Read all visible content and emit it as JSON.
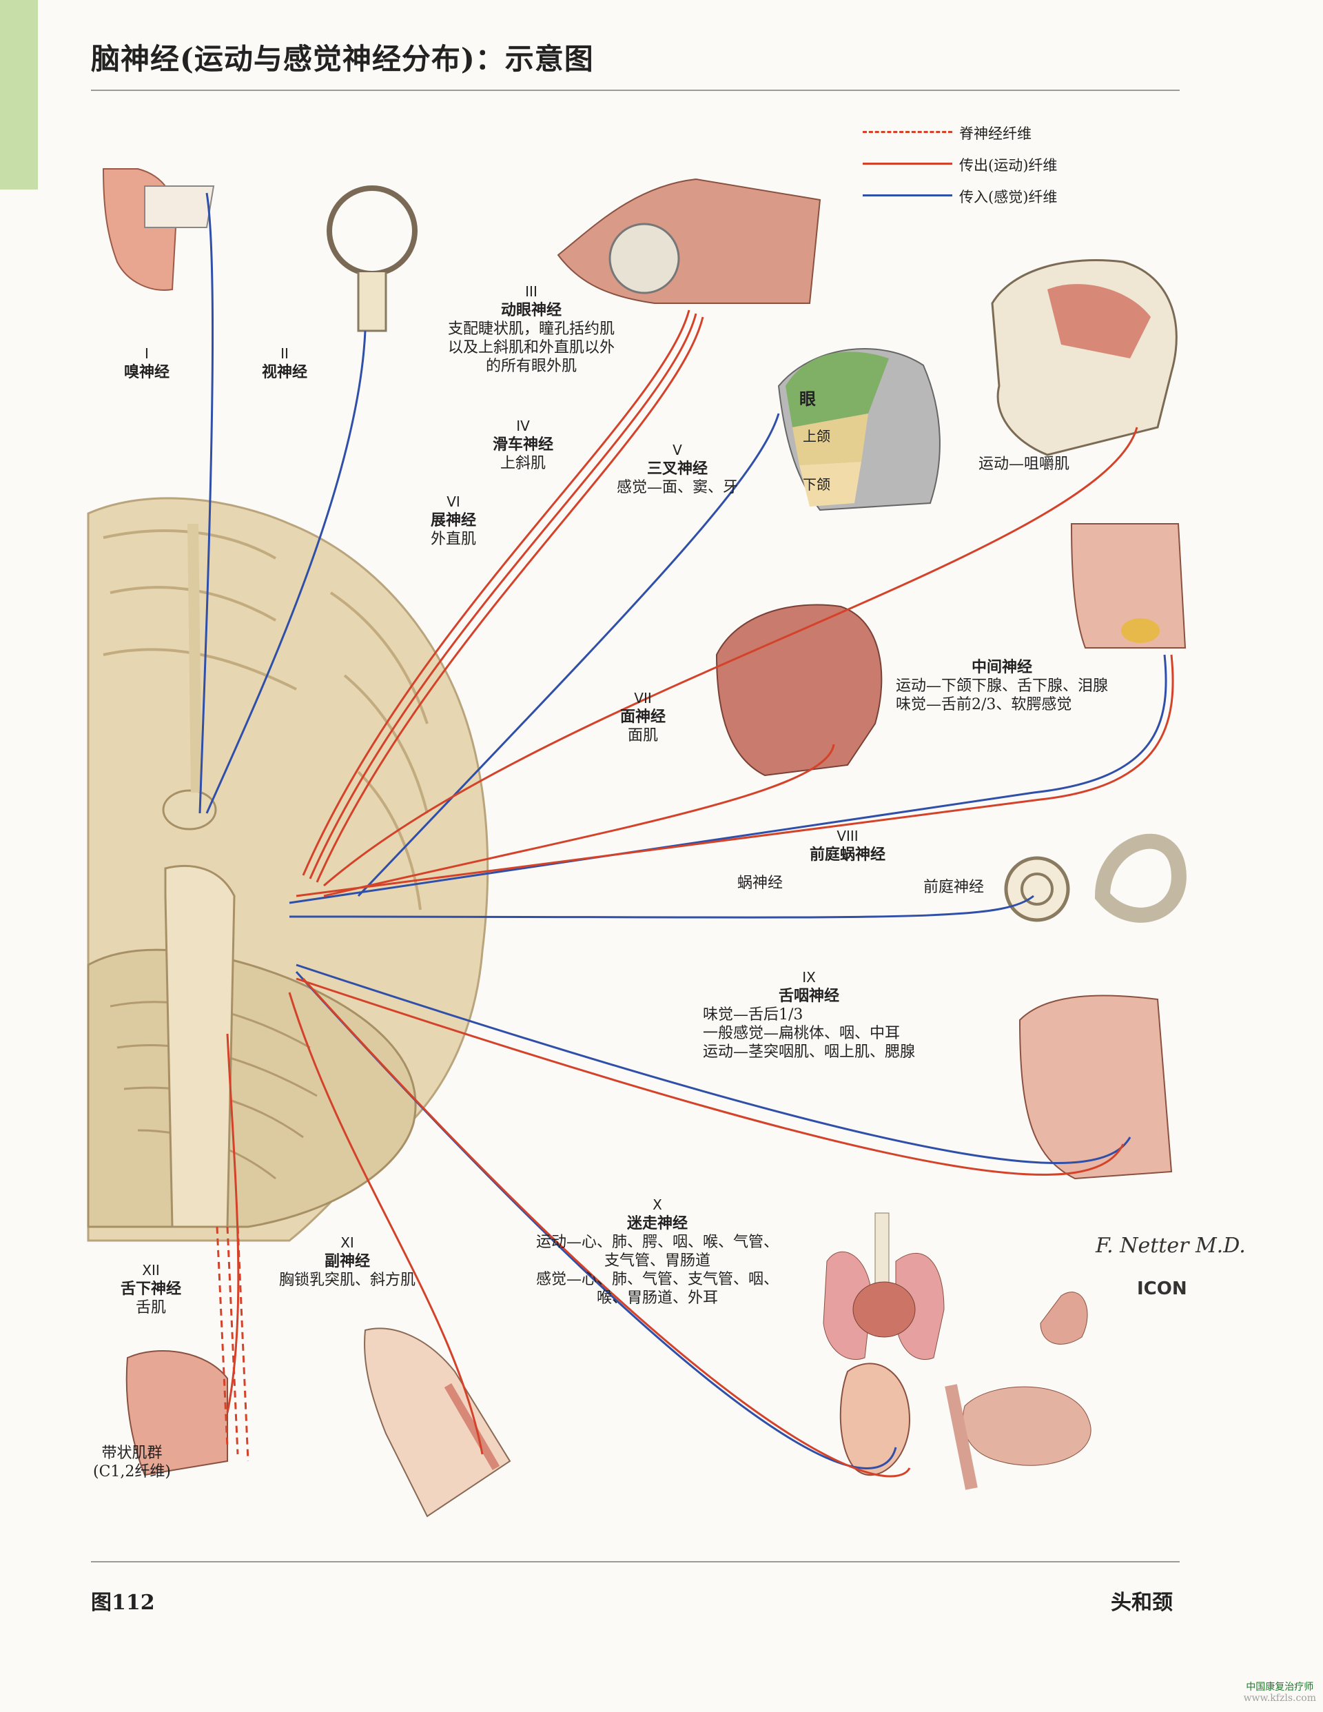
{
  "page": {
    "title": "脑神经(运动与感觉神经分布)：示意图",
    "figure_number": "图112",
    "section": "头和颈",
    "watermark_name": "中国康复治疗师",
    "watermark_url": "www.kfzls.com"
  },
  "legend": [
    {
      "label": "脊神经纤维",
      "color": "#d4422a",
      "style": "dashed"
    },
    {
      "label": "传出(运动)纤维",
      "color": "#d4422a",
      "style": "solid"
    },
    {
      "label": "传入(感觉)纤维",
      "color": "#2f4fa8",
      "style": "solid"
    }
  ],
  "colors": {
    "motor": "#d4422a",
    "sensory": "#2f4fa8",
    "brain": "#e3d3b0",
    "tab": "#c8dea8"
  },
  "nerves": {
    "n1": {
      "num": "I",
      "name": "嗅神经"
    },
    "n2": {
      "num": "II",
      "name": "视神经"
    },
    "n3": {
      "num": "III",
      "name": "动眼神经",
      "desc": [
        "支配睫状肌，瞳孔括约肌",
        "以及上斜肌和外直肌以外",
        "的所有眼外肌"
      ]
    },
    "n4": {
      "num": "IV",
      "name": "滑车神经",
      "desc": [
        "上斜肌"
      ]
    },
    "n5": {
      "num": "V",
      "name": "三叉神经",
      "desc": [
        "感觉—面、窦、牙"
      ],
      "face_labels": [
        "眼",
        "上颌",
        "下颌"
      ],
      "motor_label": "运动—咀嚼肌"
    },
    "n6": {
      "num": "VI",
      "name": "展神经",
      "desc": [
        "外直肌"
      ]
    },
    "n7": {
      "num": "VII",
      "name": "面神经",
      "desc": [
        "面肌"
      ]
    },
    "intermediate": {
      "name": "中间神经",
      "desc": [
        "运动—下颌下腺、舌下腺、泪腺",
        "味觉—舌前2/3、软腭感觉"
      ]
    },
    "n8": {
      "num": "VIII",
      "name": "前庭蜗神经",
      "cochlear": "蜗神经",
      "vestibular": "前庭神经"
    },
    "n9": {
      "num": "IX",
      "name": "舌咽神经",
      "desc": [
        "味觉—舌后1/3",
        "一般感觉—扁桃体、咽、中耳",
        "运动—茎突咽肌、咽上肌、腮腺"
      ]
    },
    "n10": {
      "num": "X",
      "name": "迷走神经",
      "desc": [
        "运动—心、肺、腭、咽、喉、气管、",
        "支气管、胃肠道",
        "感觉—心、肺、气管、支气管、咽、",
        "喉、胃肠道、外耳"
      ]
    },
    "n11": {
      "num": "XI",
      "name": "副神经",
      "desc": [
        "胸锁乳突肌、斜方肌"
      ]
    },
    "n12": {
      "num": "XII",
      "name": "舌下神经",
      "desc": [
        "舌肌"
      ],
      "strap_label": [
        "带状肌群",
        "(C1,2纤维)"
      ]
    }
  },
  "signature": "F. Netter M.D.",
  "logo": "ICON"
}
